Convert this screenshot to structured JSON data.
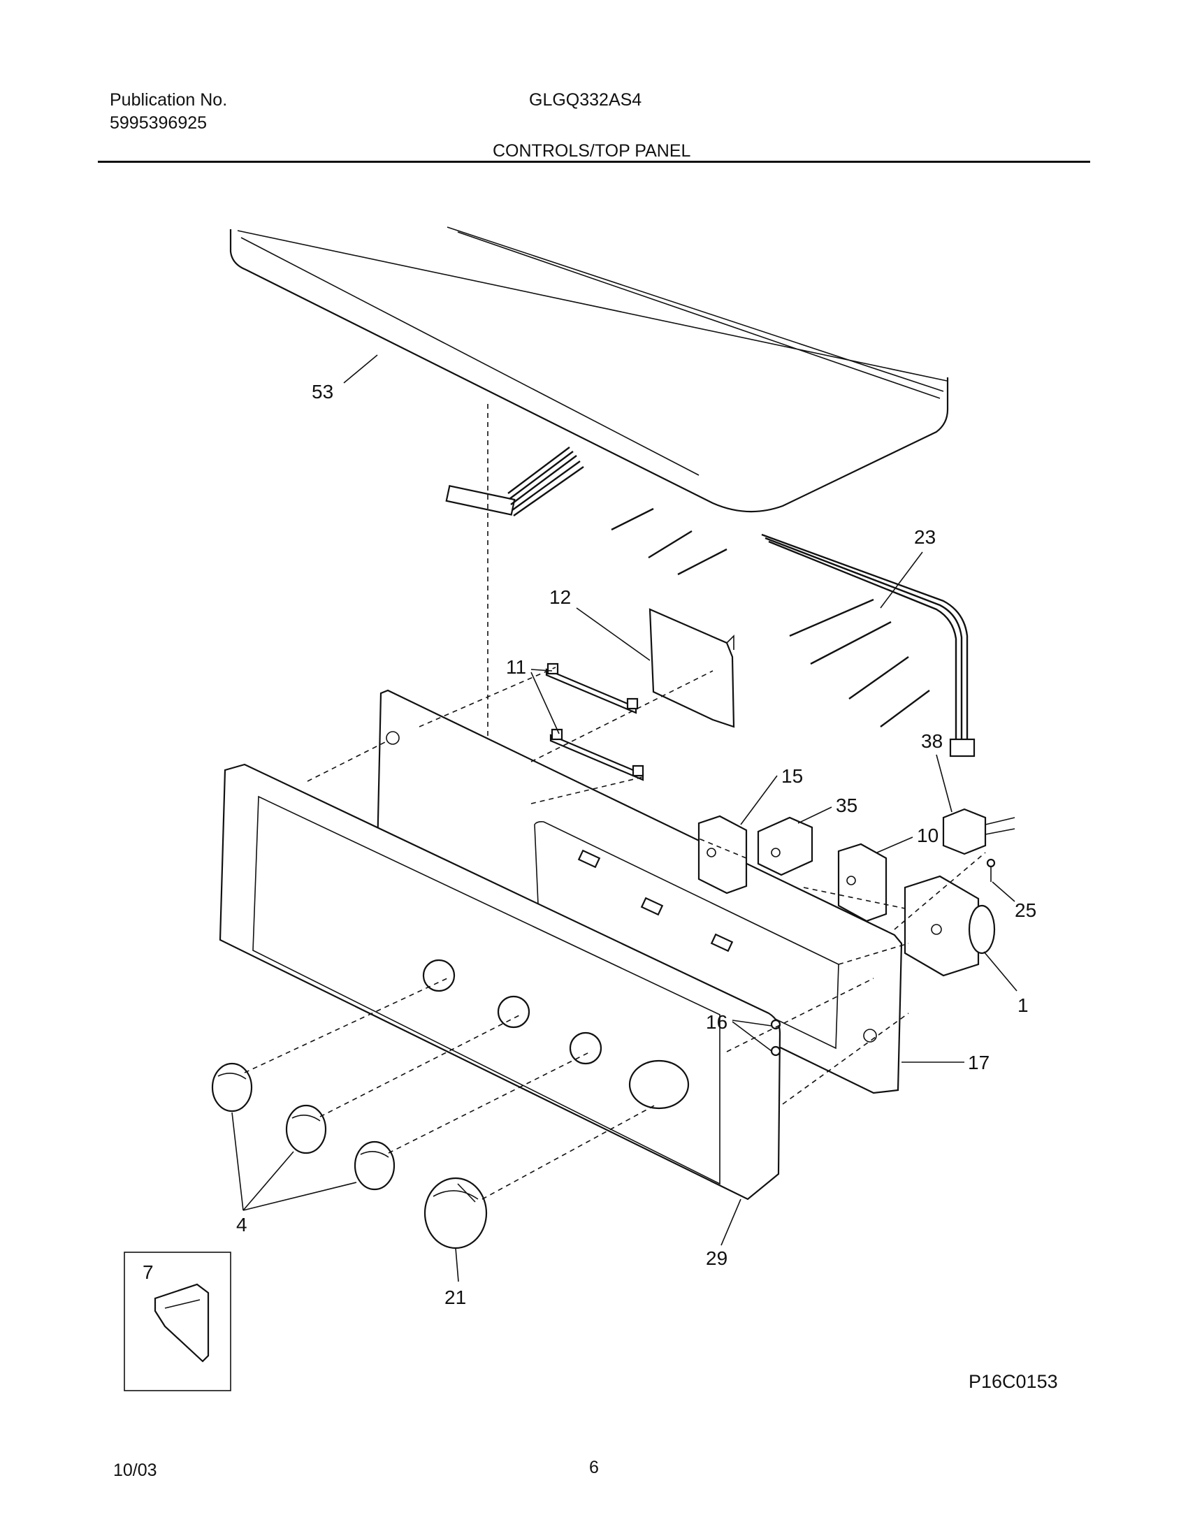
{
  "header": {
    "publication_label": "Publication No.",
    "publication_number": "5995396925",
    "model": "GLGQ332AS4",
    "section_title": "CONTROLS/TOP PANEL"
  },
  "callouts": {
    "c53": "53",
    "c23": "23",
    "c12": "12",
    "c11": "11",
    "c15": "15",
    "c38": "38",
    "c35": "35",
    "c10": "10",
    "c25": "25",
    "c1": "1",
    "c16": "16",
    "c17": "17",
    "c4": "4",
    "c29": "29",
    "c21": "21",
    "c7": "7"
  },
  "diagram_code": "P16C0153",
  "footer": {
    "date": "10/03",
    "page_number": "6"
  }
}
